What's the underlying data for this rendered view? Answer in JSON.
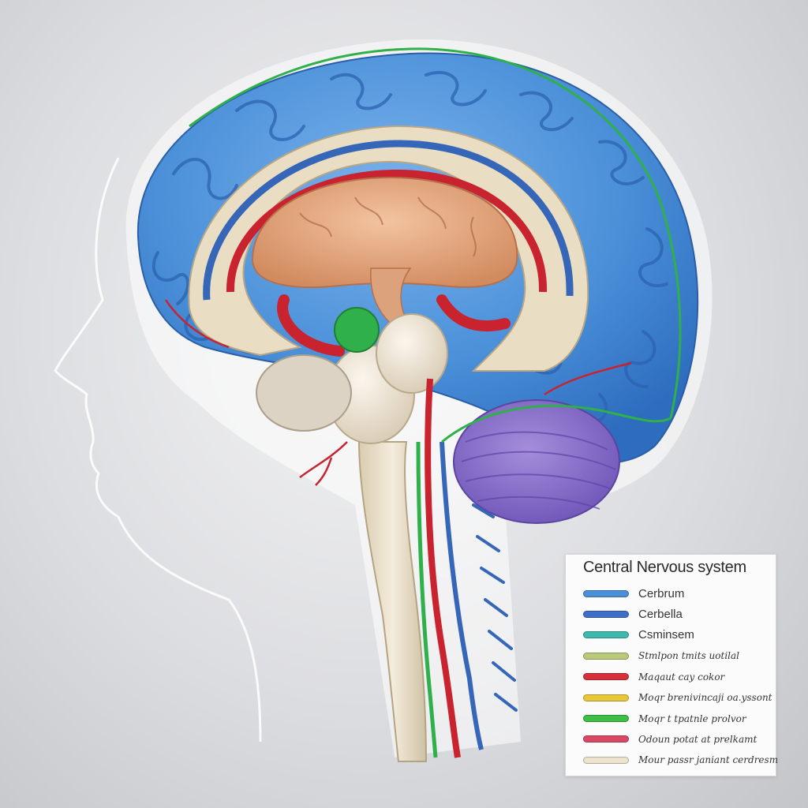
{
  "legend": {
    "title": "Central Nervous system",
    "items": [
      {
        "label": "Cerbrum",
        "color": "#4a8fd8",
        "style": "normal"
      },
      {
        "label": "Cerbella",
        "color": "#3f6fc8",
        "style": "normal"
      },
      {
        "label": "Csminsem",
        "color": "#3fb8ad",
        "style": "normal"
      },
      {
        "label": "Stmlpon tmits uotilal",
        "color": "#b9c97a",
        "style": "small"
      },
      {
        "label": "Maqaut cay cokor",
        "color": "#d8303a",
        "style": "small"
      },
      {
        "label": "Moqr brenivincaji oa.yssont",
        "color": "#e8c83a",
        "style": "small"
      },
      {
        "label": "Moqr t tpatnle prolvor",
        "color": "#3fbf46",
        "style": "small"
      },
      {
        "label": "Odoun potat at prelkamt",
        "color": "#d84a64",
        "style": "small"
      },
      {
        "label": "Mour passr janiant cerdresm",
        "color": "#ede3cf",
        "style": "small"
      }
    ]
  },
  "colors": {
    "cerebrum": "#4a8fd8",
    "cerebellum": "#8a6fc8",
    "thalamus": "#e2a278",
    "artery": "#d02632",
    "nerve": "#2fb04a",
    "brainstem": "#eee4cf"
  }
}
